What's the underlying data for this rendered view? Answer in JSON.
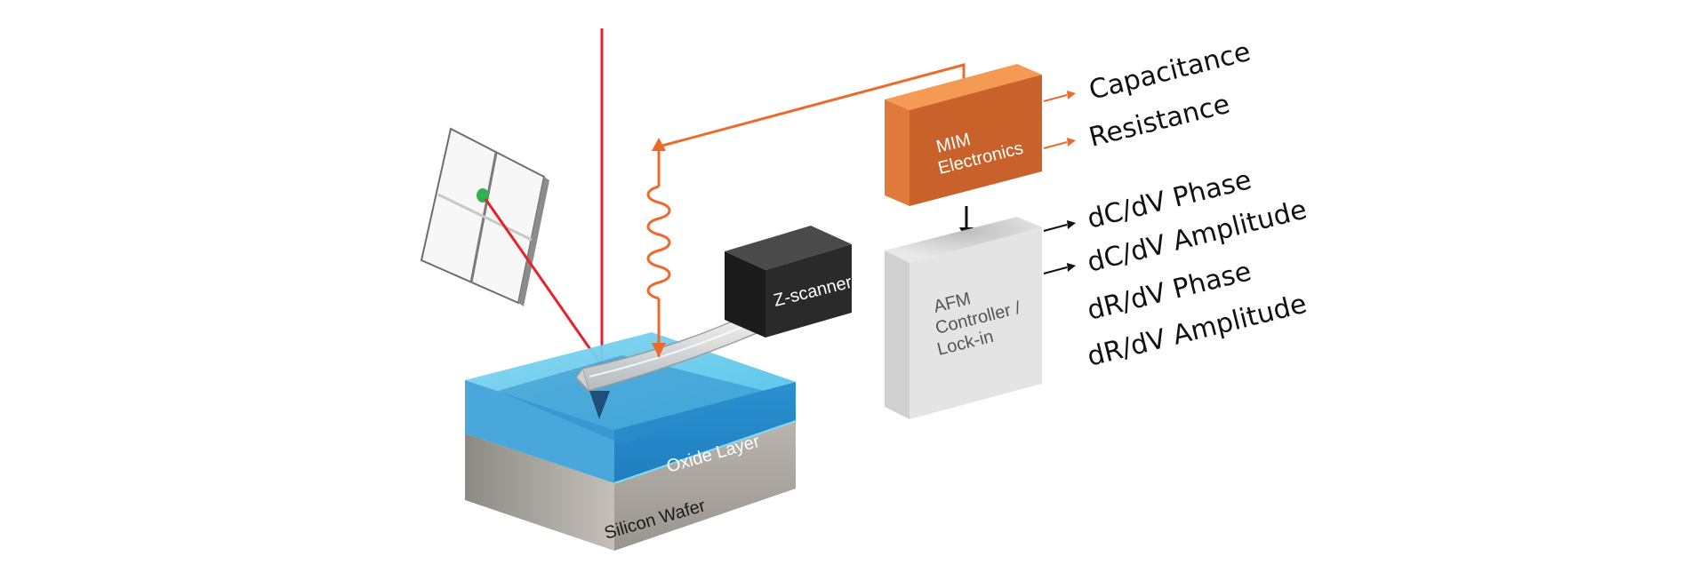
{
  "diagram": {
    "title": "MIM-AFM measurement setup",
    "colors": {
      "laser": "#e3232b",
      "signal": "#ec6a2c",
      "mim_box_front": "#c8622a",
      "mim_box_top": "#f49a55",
      "mim_box_side": "#e07a3c",
      "afm_box_front": "#e4e4e4",
      "oxide": "#3fb2e0",
      "silicon": "#a8a49e",
      "zscanner": "#2a2a2a",
      "detector_spot": "#2fb150"
    },
    "components": {
      "mim_electronics": {
        "line1": "MIM",
        "line2": "Electronics"
      },
      "afm_controller": {
        "line1": "AFM",
        "line2": "Controller /",
        "line3": "Lock-in"
      },
      "z_scanner": {
        "label": "Z-scanner"
      },
      "oxide_layer": {
        "label": "Oxide Layer"
      },
      "silicon_wafer": {
        "label": "Silicon Wafer"
      },
      "photodetector": {
        "label": ""
      }
    },
    "mim_outputs": [
      "Capacitance",
      "Resistance"
    ],
    "afm_outputs": [
      "dC/dV Phase",
      "dC/dV Amplitude",
      "dR/dV Phase",
      "dR/dV Amplitude"
    ]
  }
}
